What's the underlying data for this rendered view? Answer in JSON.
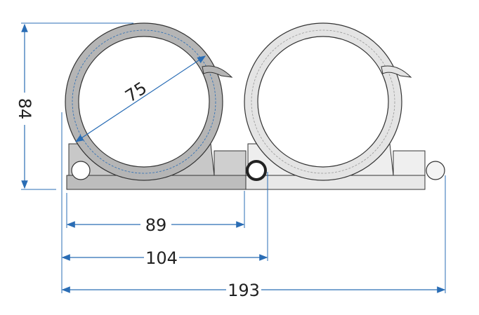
{
  "title": "Double pipe clamp dimension drawing",
  "dimensions": {
    "height": "84",
    "inner_diameter": "75",
    "center_distance": "89",
    "offset_width": "104",
    "total_width": "193"
  },
  "colors": {
    "dimension_line": "#2a6db5",
    "clamp_left": "#b9b9b9",
    "clamp_right": "#e6e6e6",
    "outline": "#333333"
  }
}
